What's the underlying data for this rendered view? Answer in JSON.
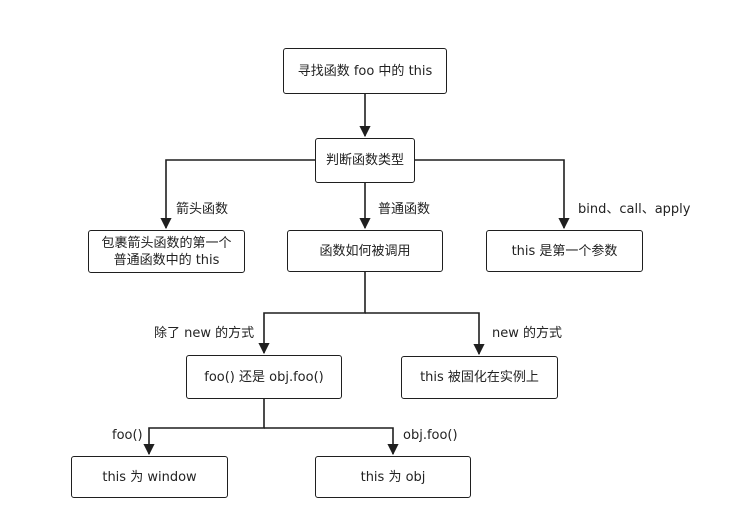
{
  "nodes": {
    "start": "寻找函数 foo 中的 this",
    "judge": "判断函数类型",
    "arrow_line1": "包裹箭头函数的第一个",
    "arrow_line2": "普通函数中的 this",
    "how_called": "函数如何被调用",
    "bind_result": "this 是第一个参数",
    "foo_or_obj": "foo() 还是 obj.foo()",
    "new_result": "this 被固化在实例上",
    "window_result": "this 为 window",
    "obj_result": "this 为 obj"
  },
  "edge_labels": {
    "arrow_fn": "箭头函数",
    "normal_fn": "普通函数",
    "bind_call_apply": "bind、call、apply",
    "not_new": "除了 new 的方式",
    "new_way": "new 的方式",
    "foo_call": "foo()",
    "obj_call": "obj.foo()"
  },
  "colors": {
    "stroke": "#1f1f1f",
    "text": "#222222",
    "background": "#ffffff"
  }
}
